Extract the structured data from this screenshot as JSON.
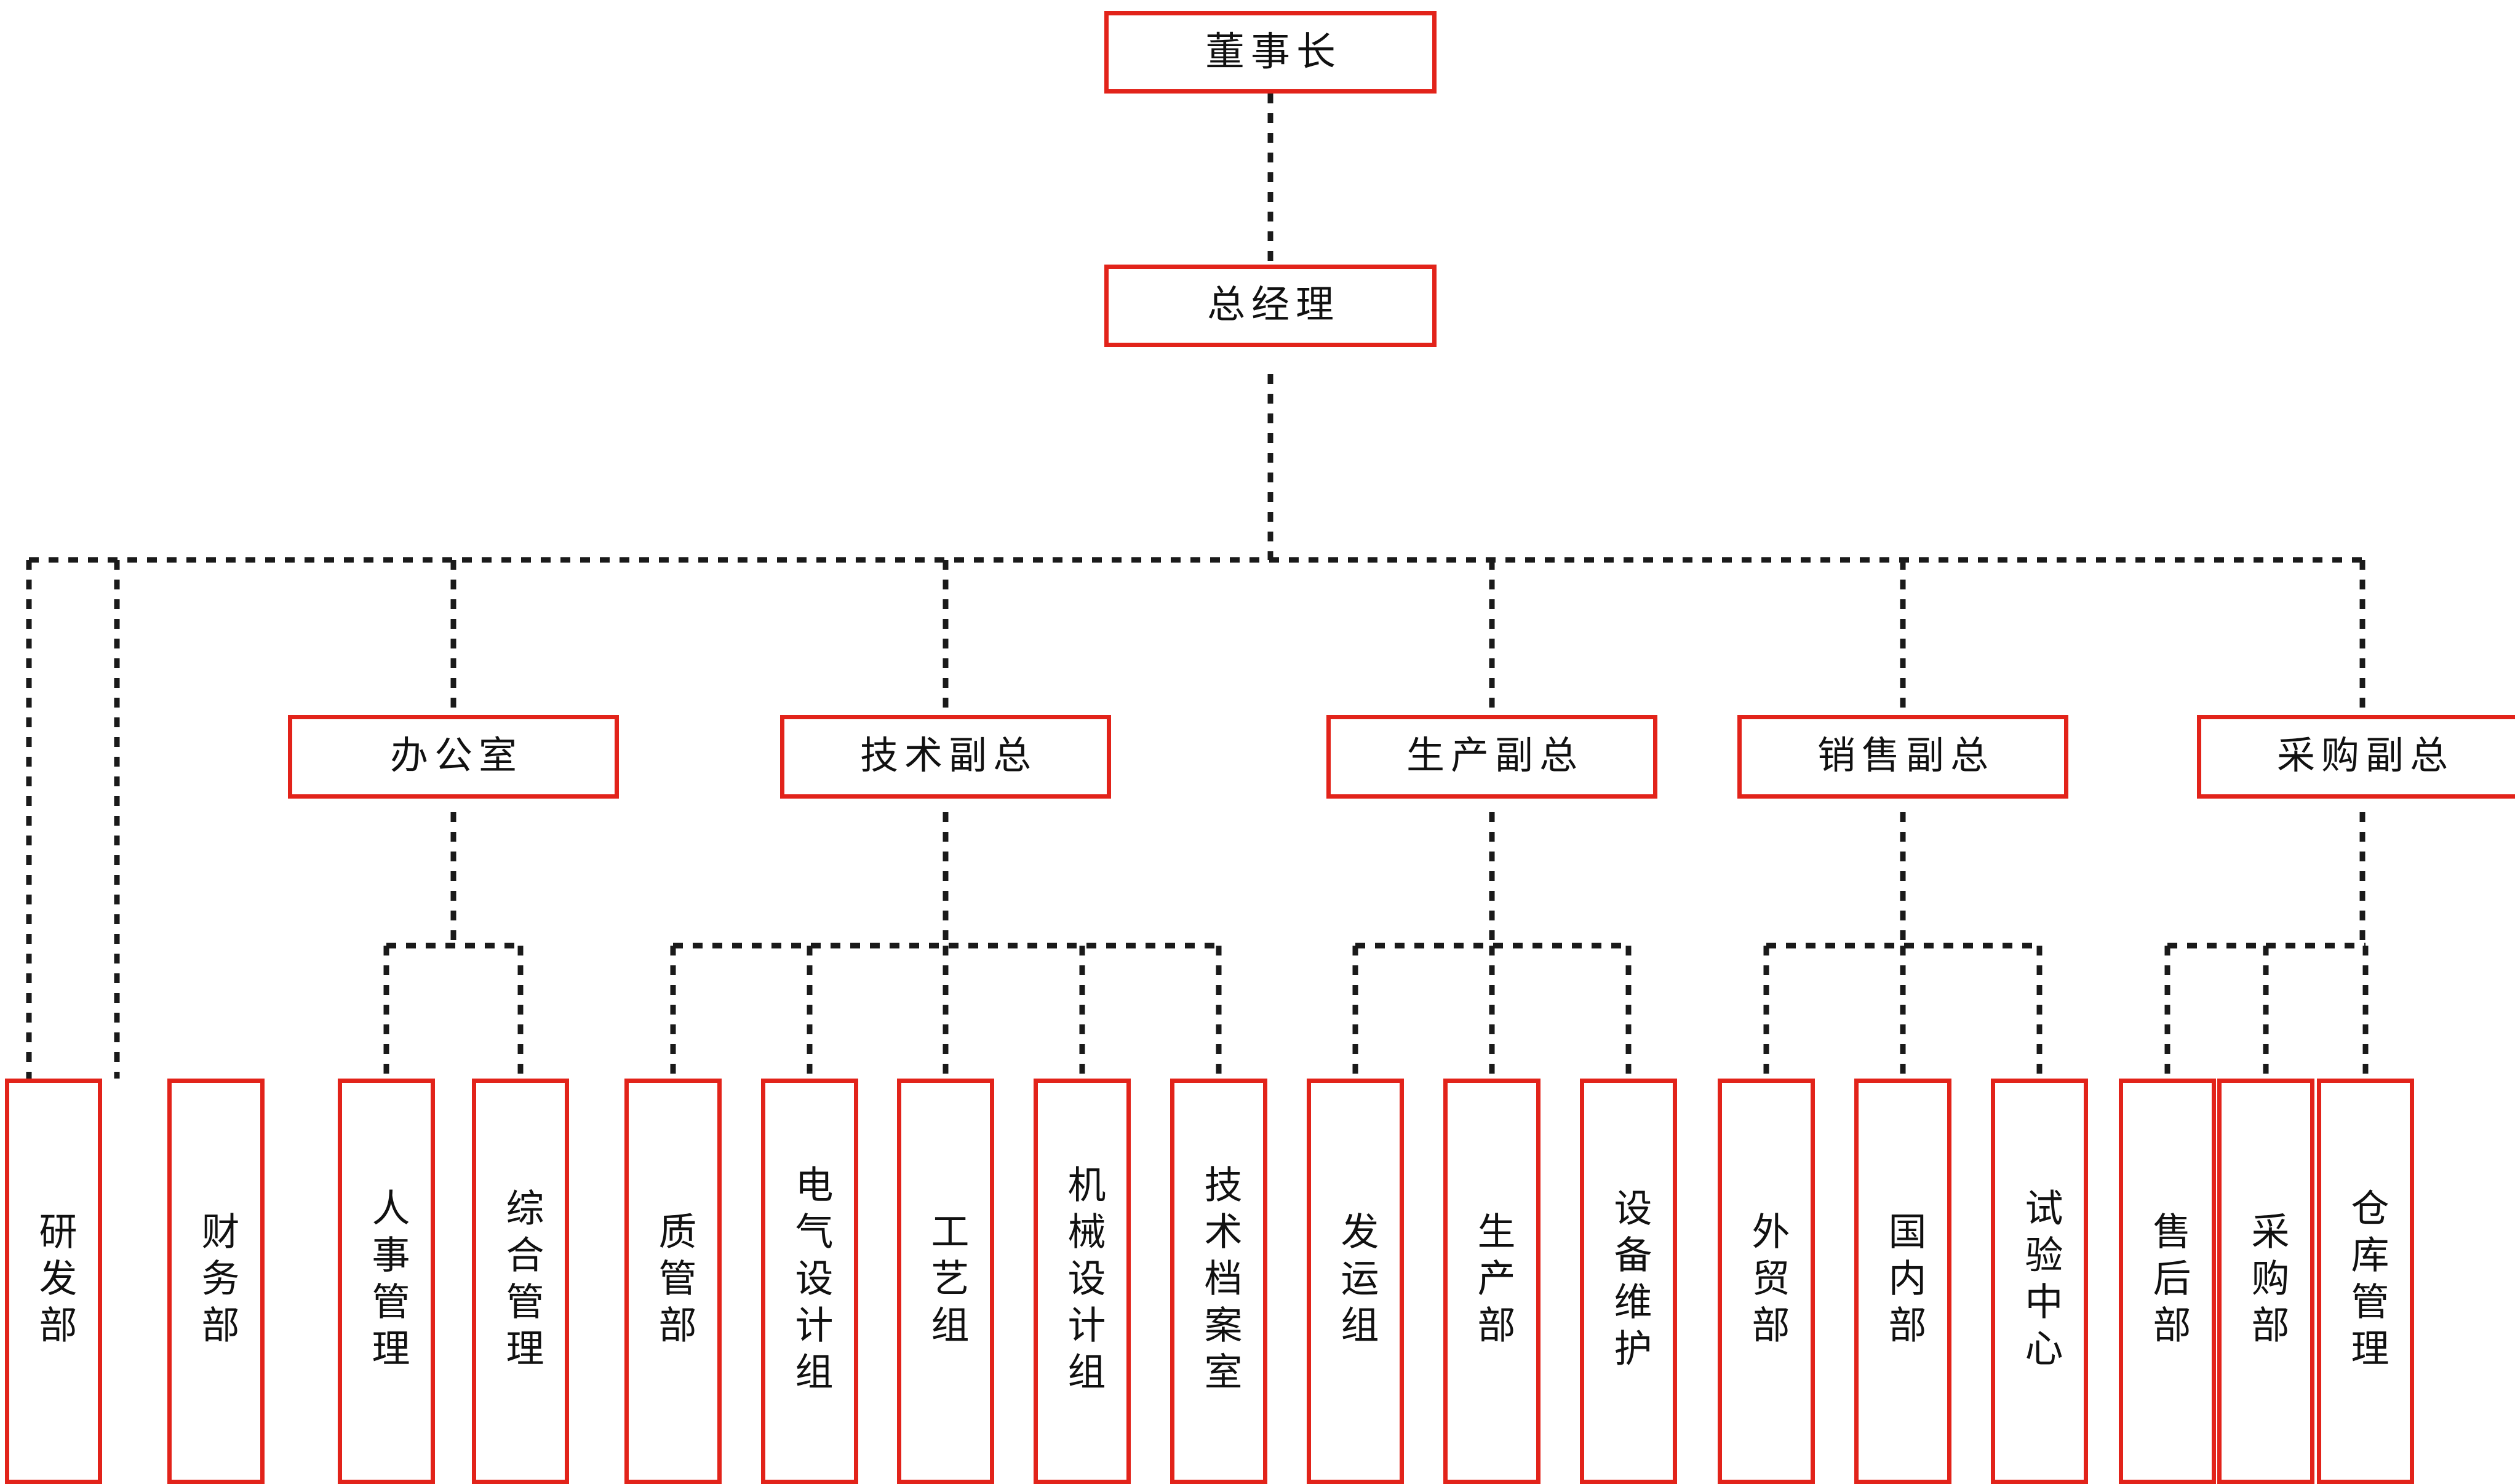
{
  "chart": {
    "type": "org-chart",
    "title": "",
    "theme": {
      "box_border_color": "#e2231a",
      "box_fill_color": "#ffffff",
      "connector_color": "#1a1a1a",
      "connector_style": "dotted",
      "text_color": "#111111",
      "background": "#ffffff"
    },
    "levels": [
      {
        "level": 1,
        "orientation": "horizontal"
      },
      {
        "level": 2,
        "orientation": "horizontal"
      },
      {
        "level": 3,
        "orientation": "horizontal"
      },
      {
        "level": 4,
        "orientation": "vertical"
      }
    ]
  },
  "nodes": {
    "chairman": {
      "label": "董事长",
      "level": 1
    },
    "general_manager": {
      "label": "总经理",
      "level": 2
    },
    "office": {
      "label": "办公室",
      "level": 3
    },
    "tech_vp": {
      "label": "技术副总",
      "level": 3
    },
    "production_vp": {
      "label": "生产副总",
      "level": 3
    },
    "sales_vp": {
      "label": "销售副总",
      "level": 3
    },
    "purchasing_vp": {
      "label": "采购副总",
      "level": 3
    },
    "rnd": {
      "label": "研发部",
      "level": 4
    },
    "finance": {
      "label": "财务部",
      "level": 4
    },
    "hr": {
      "label": "人事管理",
      "level": 4
    },
    "general_admin": {
      "label": "综合管理",
      "level": 4
    },
    "quality": {
      "label": "质管部",
      "level": 4
    },
    "electrical_design": {
      "label": "电气设计组",
      "level": 4
    },
    "process_group": {
      "label": "工艺组",
      "level": 4
    },
    "mechanical_design": {
      "label": "机械设计组",
      "level": 4
    },
    "tech_archive": {
      "label": "技术档案室",
      "level": 4
    },
    "shipping": {
      "label": "发运组",
      "level": 4
    },
    "production_dept": {
      "label": "生产部",
      "level": 4
    },
    "equipment_maint": {
      "label": "设备维护",
      "level": 4
    },
    "foreign_trade": {
      "label": "外贸部",
      "level": 4
    },
    "domestic": {
      "label": "国内部",
      "level": 4
    },
    "test_center": {
      "label": "试验中心",
      "level": 4
    },
    "after_sales": {
      "label": "售后部",
      "level": 4
    },
    "purchasing_dept": {
      "label": "采购部",
      "level": 4
    },
    "warehouse": {
      "label": "仓库管理",
      "level": 4
    }
  },
  "hierarchy": {
    "root": "chairman",
    "edges": [
      {
        "from": "chairman",
        "to": "general_manager"
      },
      {
        "from": "general_manager",
        "to": "rnd"
      },
      {
        "from": "general_manager",
        "to": "finance"
      },
      {
        "from": "general_manager",
        "to": "office"
      },
      {
        "from": "general_manager",
        "to": "tech_vp"
      },
      {
        "from": "general_manager",
        "to": "production_vp"
      },
      {
        "from": "general_manager",
        "to": "sales_vp"
      },
      {
        "from": "general_manager",
        "to": "purchasing_vp"
      },
      {
        "from": "office",
        "to": "hr"
      },
      {
        "from": "office",
        "to": "general_admin"
      },
      {
        "from": "tech_vp",
        "to": "quality"
      },
      {
        "from": "tech_vp",
        "to": "electrical_design"
      },
      {
        "from": "tech_vp",
        "to": "process_group"
      },
      {
        "from": "tech_vp",
        "to": "mechanical_design"
      },
      {
        "from": "tech_vp",
        "to": "tech_archive"
      },
      {
        "from": "production_vp",
        "to": "shipping"
      },
      {
        "from": "production_vp",
        "to": "production_dept"
      },
      {
        "from": "production_vp",
        "to": "equipment_maint"
      },
      {
        "from": "sales_vp",
        "to": "foreign_trade"
      },
      {
        "from": "sales_vp",
        "to": "domestic"
      },
      {
        "from": "sales_vp",
        "to": "test_center"
      },
      {
        "from": "purchasing_vp",
        "to": "after_sales"
      },
      {
        "from": "purchasing_vp",
        "to": "purchasing_dept"
      },
      {
        "from": "purchasing_vp",
        "to": "warehouse"
      }
    ]
  }
}
